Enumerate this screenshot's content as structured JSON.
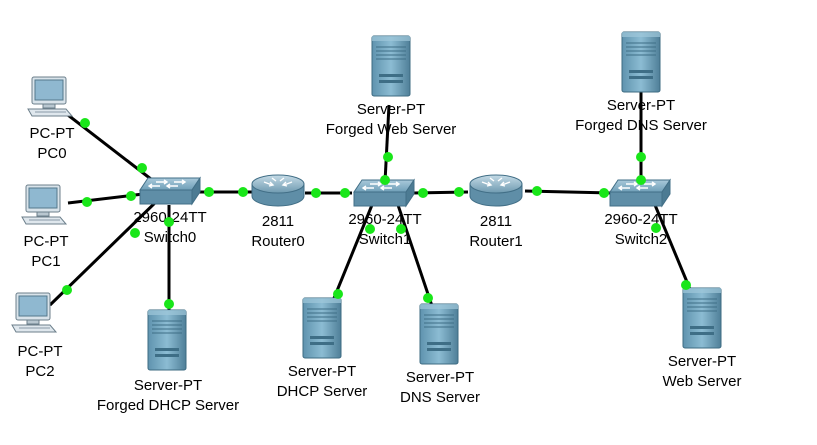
{
  "colors": {
    "link": "#000000",
    "link_up_indicator": "#19e619",
    "server_body": "#7fb0c8",
    "switch_body": "#7aa9c2",
    "router_body": "#7fa9c0",
    "pc_screen": "#8fb8d0",
    "background": "#ffffff"
  },
  "devices": {
    "pc0": {
      "model": "PC-PT",
      "name": "PC0",
      "icon": "pc-icon"
    },
    "pc1": {
      "model": "PC-PT",
      "name": "PC1",
      "icon": "pc-icon"
    },
    "pc2": {
      "model": "PC-PT",
      "name": "PC2",
      "icon": "pc-icon"
    },
    "switch0": {
      "model": "2960-24TT",
      "name": "Switch0",
      "icon": "switch-icon"
    },
    "router0": {
      "model": "2811",
      "name": "Router0",
      "icon": "router-icon"
    },
    "switch1": {
      "model": "2960-24TT",
      "name": "Switch1",
      "icon": "switch-icon"
    },
    "router1": {
      "model": "2811",
      "name": "Router1",
      "icon": "router-icon"
    },
    "switch2": {
      "model": "2960-24TT",
      "name": "Switch2",
      "icon": "switch-icon"
    },
    "forged_dhcp_server": {
      "model": "Server-PT",
      "name": "Forged DHCP Server",
      "icon": "server-icon"
    },
    "forged_web_server": {
      "model": "Server-PT",
      "name": "Forged Web Server",
      "icon": "server-icon"
    },
    "dhcp_server": {
      "model": "Server-PT",
      "name": "DHCP Server",
      "icon": "server-icon"
    },
    "dns_server": {
      "model": "Server-PT",
      "name": "DNS Server",
      "icon": "server-icon"
    },
    "forged_dns_server": {
      "model": "Server-PT",
      "name": "Forged DNS Server",
      "icon": "server-icon"
    },
    "web_server": {
      "model": "Server-PT",
      "name": "Web Server",
      "icon": "server-icon"
    }
  },
  "links": [
    {
      "from": "pc0",
      "to": "switch0",
      "status": "up"
    },
    {
      "from": "pc1",
      "to": "switch0",
      "status": "up"
    },
    {
      "from": "pc2",
      "to": "switch0",
      "status": "up"
    },
    {
      "from": "forged_dhcp_server",
      "to": "switch0",
      "status": "up"
    },
    {
      "from": "switch0",
      "to": "router0",
      "status": "up"
    },
    {
      "from": "router0",
      "to": "switch1",
      "status": "up"
    },
    {
      "from": "forged_web_server",
      "to": "switch1",
      "status": "up"
    },
    {
      "from": "dhcp_server",
      "to": "switch1",
      "status": "up"
    },
    {
      "from": "dns_server",
      "to": "switch1",
      "status": "up"
    },
    {
      "from": "switch1",
      "to": "router1",
      "status": "up"
    },
    {
      "from": "router1",
      "to": "switch2",
      "status": "up"
    },
    {
      "from": "forged_dns_server",
      "to": "switch2",
      "status": "up"
    },
    {
      "from": "web_server",
      "to": "switch2",
      "status": "up"
    }
  ]
}
